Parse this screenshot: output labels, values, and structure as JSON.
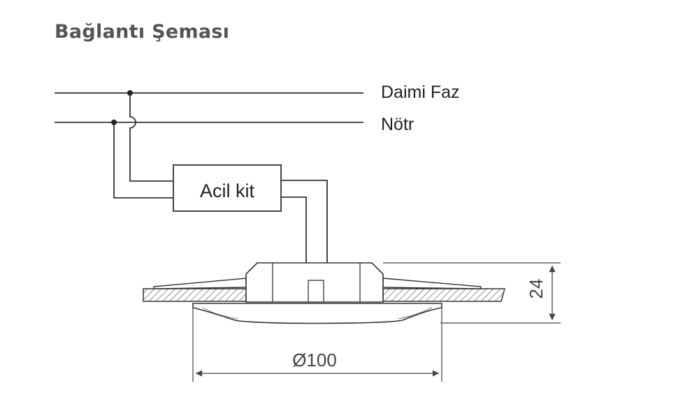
{
  "title": "Bağlantı Şeması",
  "lines": {
    "phase_label": "Daimi Faz",
    "neutral_label": "Nötr"
  },
  "kit_label": "Acil kit",
  "dimensions": {
    "height_label": "24",
    "diameter_label": "Ø100"
  },
  "colors": {
    "title": "#555555",
    "line": "#333333",
    "text": "#222222"
  }
}
